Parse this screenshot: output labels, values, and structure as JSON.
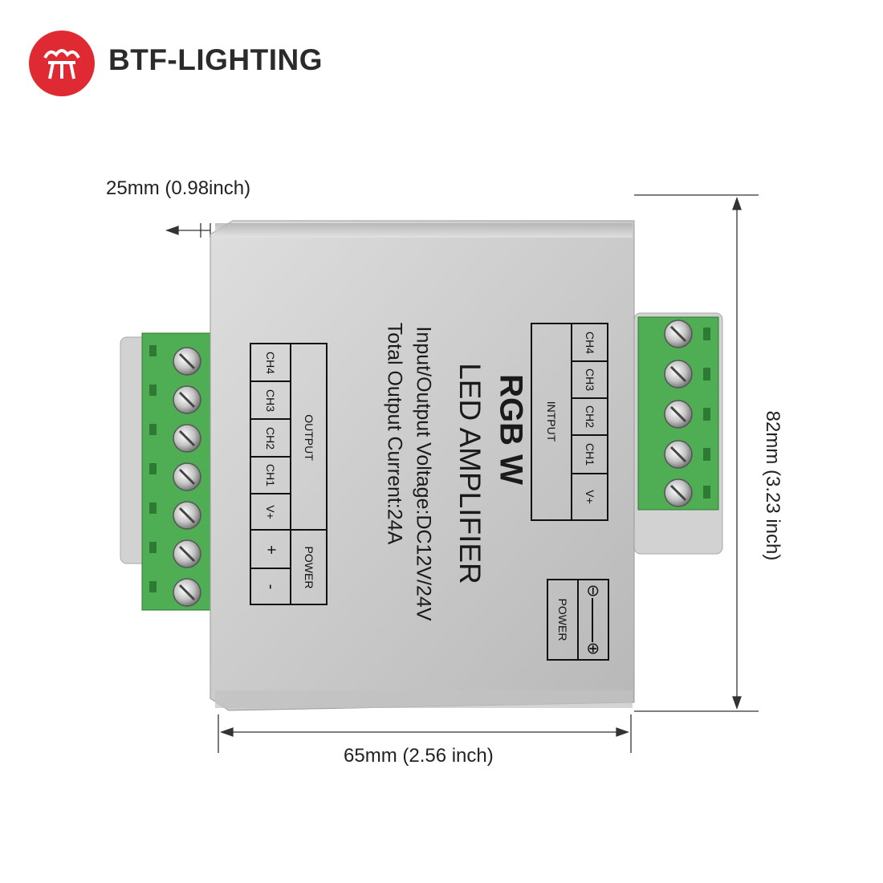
{
  "brand": {
    "name": "BTF-LIGHTING",
    "logo_color": "#e02a33"
  },
  "dimensions": {
    "depth": "25mm (0.98inch)",
    "width": "65mm (2.56 inch)",
    "height": "82mm (3.23 inch)"
  },
  "device": {
    "title": "RGB W",
    "subtitle": "LED AMPLIFIER",
    "voltage_spec": "Input/Output Voltage:DC12V/24V",
    "current_spec": "Total Output Current:24A",
    "body_color": "#c9c9c9",
    "terminal_color": "#4fae54",
    "output_block": {
      "header": "OUTPUT",
      "channels": [
        "CH4",
        "CH3",
        "CH2",
        "CH1",
        "V+"
      ],
      "power_header": "POWER",
      "power_terminals": [
        "+",
        "-"
      ]
    },
    "input_block": {
      "header": "INTPUT",
      "channels": [
        "CH4",
        "CH3",
        "CH2",
        "CH1",
        "V+"
      ]
    },
    "power_jack": {
      "label": "POWER",
      "minus": "⊖",
      "plus": "⊕"
    }
  }
}
